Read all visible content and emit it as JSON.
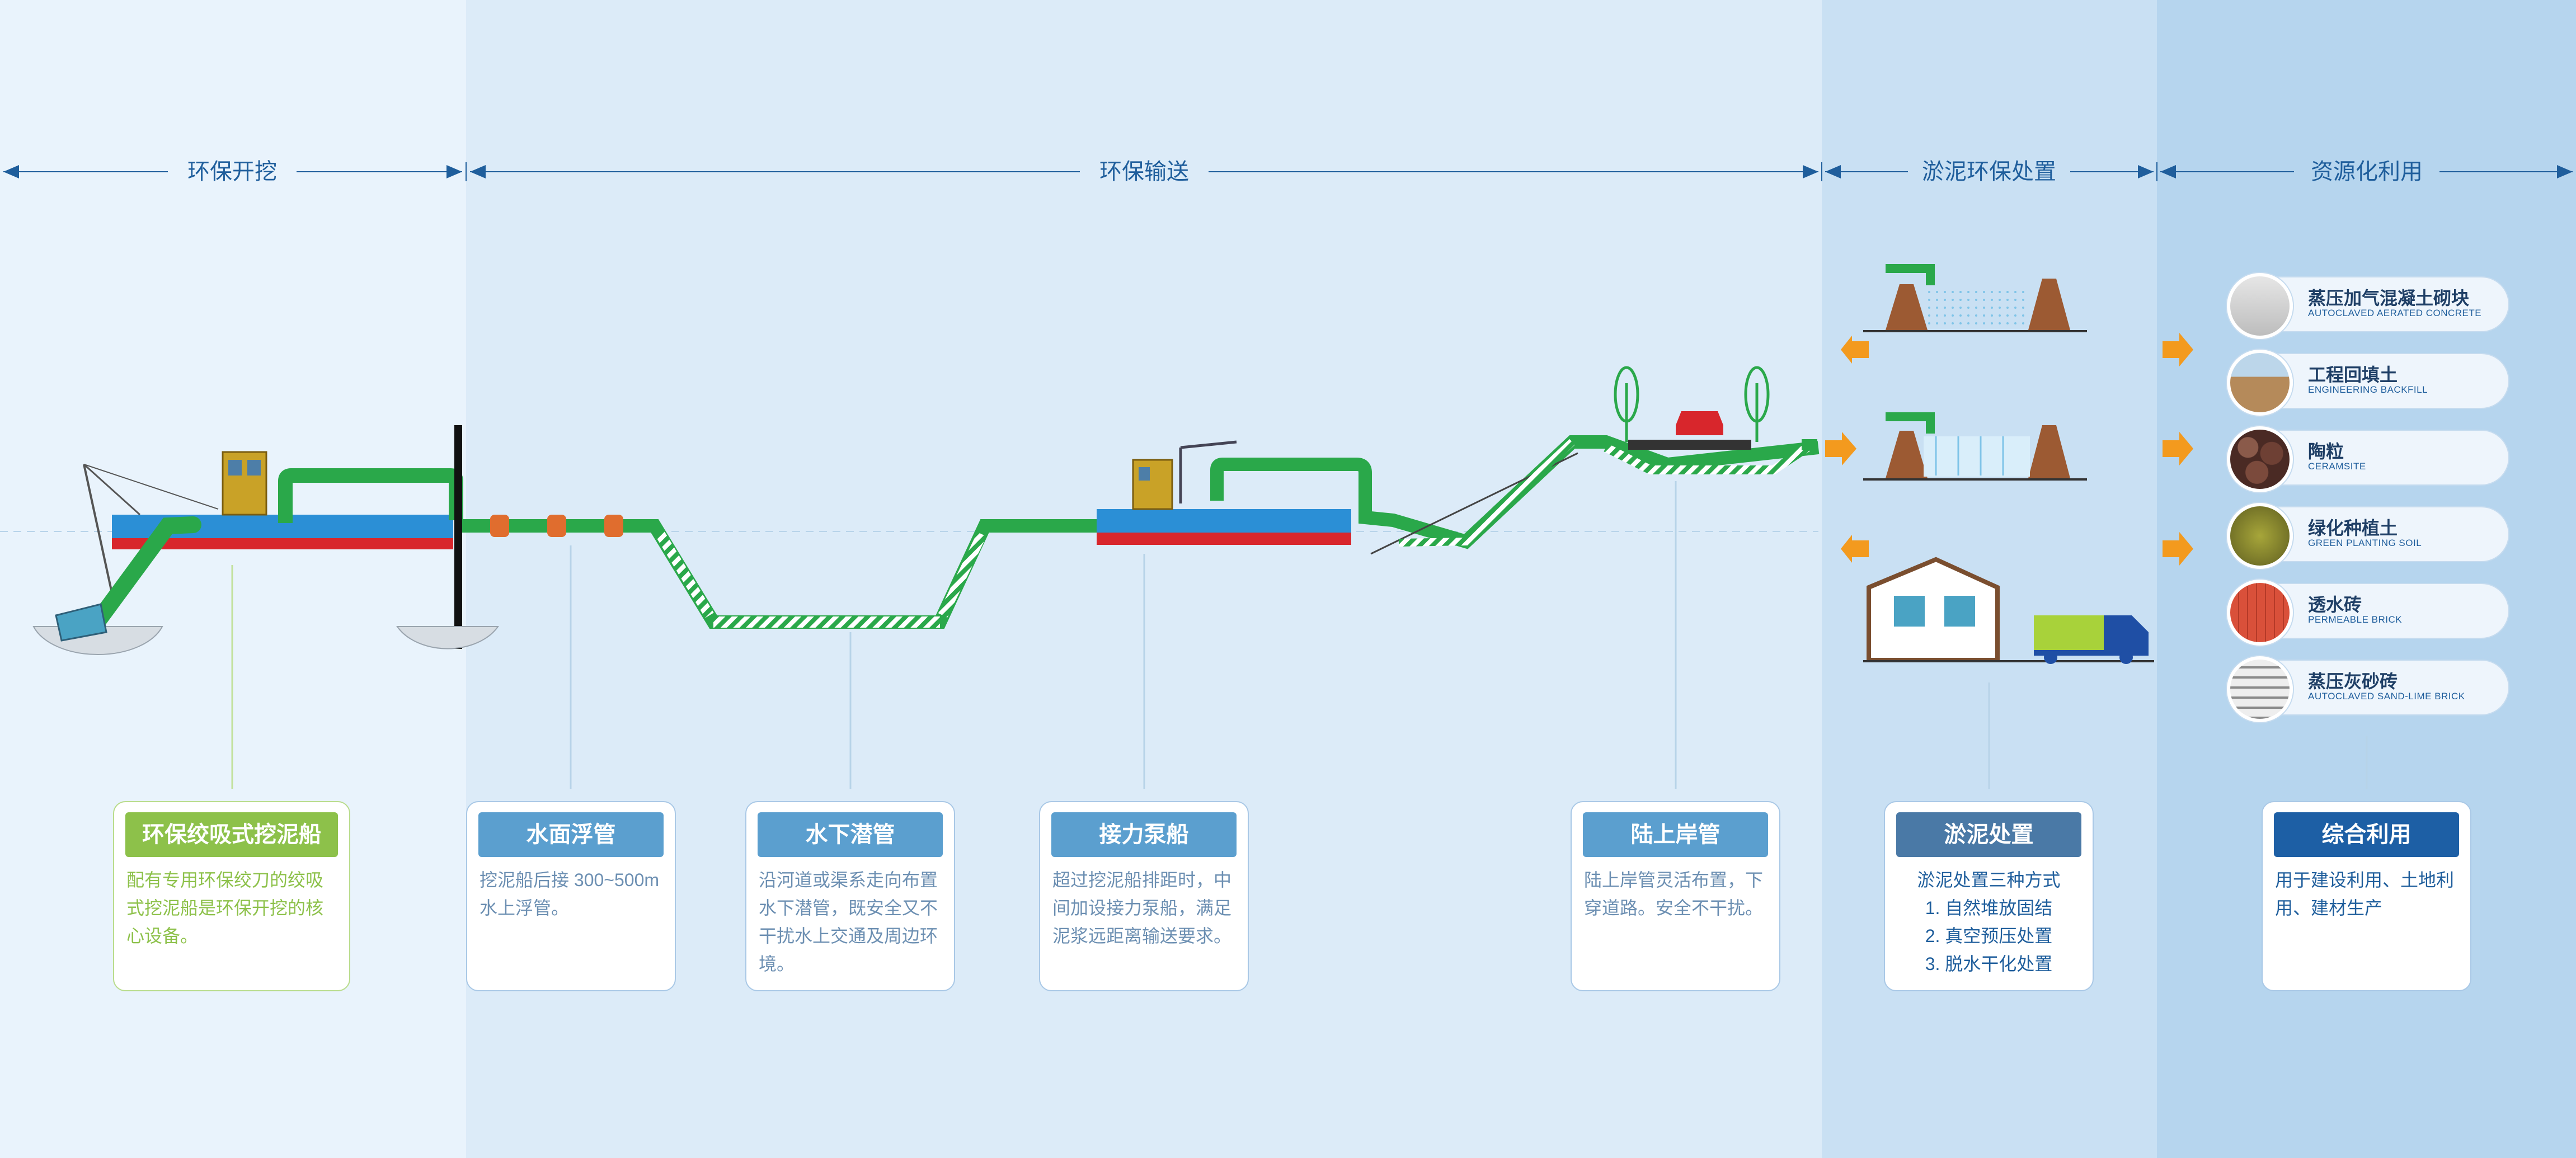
{
  "stages": [
    {
      "label": "环保开挖"
    },
    {
      "label": "环保输送"
    },
    {
      "label": "淤泥环保处置"
    },
    {
      "label": "资源化利用"
    }
  ],
  "cards": {
    "dredger": {
      "title": "环保绞吸式挖泥船",
      "body": "配有专用环保绞刀的绞吸式挖泥船是环保开挖的核心设备。"
    },
    "floating_pipe": {
      "title": "水面浮管",
      "body": "挖泥船后接 300~500m 水上浮管。"
    },
    "submerged_pipe": {
      "title": "水下潜管",
      "body": "沿河道或渠系走向布置水下潜管，既安全又不干扰水上交通及周边环境。"
    },
    "relay_pump": {
      "title": "接力泵船",
      "body": "超过挖泥船排距时，中间加设接力泵船，满足泥浆远距离输送要求。"
    },
    "land_pipe": {
      "title": "陆上岸管",
      "body": "陆上岸管灵活布置，下穿道路。安全不干扰。"
    },
    "sludge": {
      "title": "淤泥处置",
      "intro": "淤泥处置三种方式",
      "items": [
        "1. 自然堆放固结",
        "2. 真空预压处置",
        "3. 脱水干化处置"
      ]
    },
    "utilization": {
      "title": "综合利用",
      "body": "用于建设利用、土地利用、建材生产"
    }
  },
  "resources": [
    {
      "cn": "蒸压加气混凝土砌块",
      "en": "AUTOCLAVED AERATED CONCRETE",
      "icon": "aerated-concrete-icon"
    },
    {
      "cn": "工程回填土",
      "en": "ENGINEERING BACKFILL",
      "icon": "backfill-icon"
    },
    {
      "cn": "陶粒",
      "en": "CERAMSITE",
      "icon": "ceramsite-icon"
    },
    {
      "cn": "绿化种植土",
      "en": "GREEN PLANTING SOIL",
      "icon": "planting-soil-icon"
    },
    {
      "cn": "透水砖",
      "en": "PERMEABLE BRICK",
      "icon": "permeable-brick-icon"
    },
    {
      "cn": "蒸压灰砂砖",
      "en": "AUTOCLAVED SAND-LIME BRICK",
      "icon": "sand-lime-brick-icon"
    }
  ],
  "colors": {
    "pipe_green": "#2aa84a",
    "hull_blue": "#2b8fd6",
    "hull_red": "#d8262c",
    "title_blue": "#5b9fcf",
    "title_green": "#8dc14a",
    "title_dark": "#4a79a6",
    "title_navy": "#1d5fa5",
    "arrow_orange": "#f39a1e",
    "stage_text": "#1f5e9c"
  }
}
